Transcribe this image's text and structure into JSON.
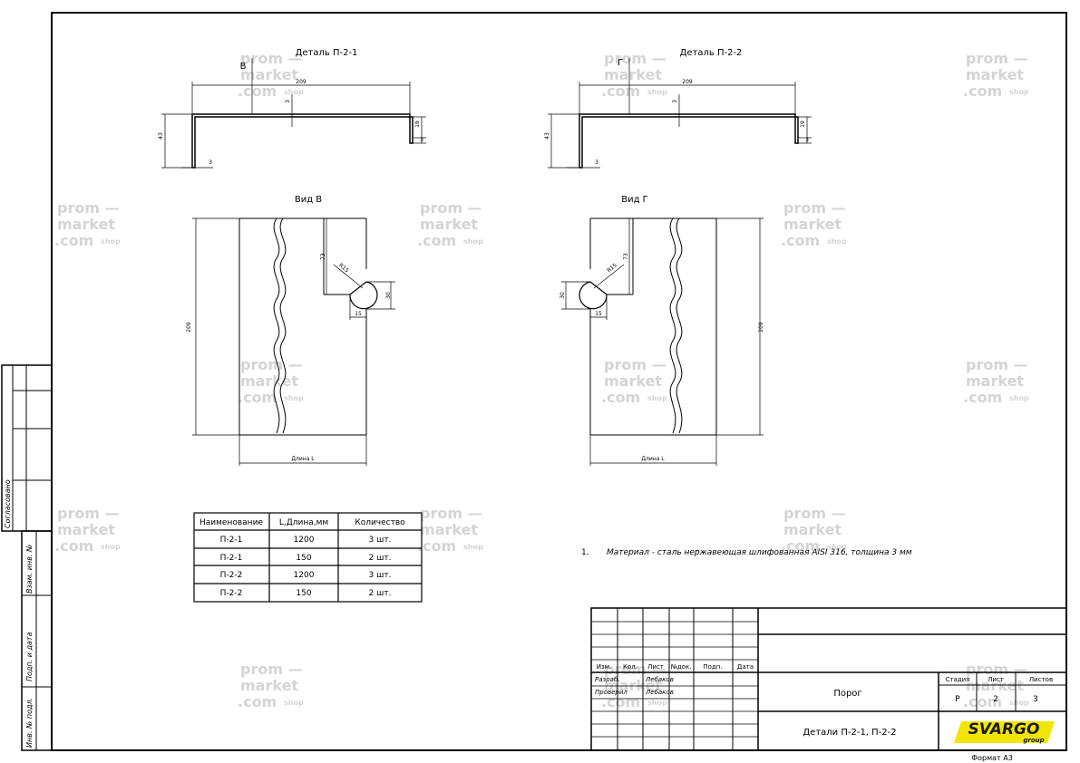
{
  "views": {
    "detail1_title": "Деталь П-2-1",
    "detail2_title": "Деталь П-2-2",
    "view_b_mark": "В",
    "view_g_mark": "Г",
    "view_b_title": "Вид В",
    "view_g_title": "Вид Г"
  },
  "dims": {
    "width": "209",
    "thick": "3",
    "height": "43",
    "lip": "19",
    "radius": "R15",
    "notch": "30",
    "offset": "15",
    "depth": "73",
    "length": "Длина L"
  },
  "parts_table": {
    "headers": [
      "Наименование",
      "L,Длина,мм",
      "Количество"
    ],
    "rows": [
      [
        "П-2-1",
        "1200",
        "3 шт."
      ],
      [
        "П-2-1",
        "150",
        "2 шт."
      ],
      [
        "П-2-2",
        "1200",
        "3 шт."
      ],
      [
        "П-2-2",
        "150",
        "2 шт."
      ]
    ]
  },
  "note": {
    "number": "1.",
    "text": "Материал - сталь нержавеющая шлифованная AISI 316, толщина 3 мм"
  },
  "side_labels": [
    "Согласовано",
    "Взам. инв. №",
    "Подп. и дата",
    "Инв. № подл."
  ],
  "title_block": {
    "col_headers": [
      "Изм.",
      "Кол.",
      "Лист",
      "№док.",
      "Подп.",
      "Дата"
    ],
    "role_1": "Разраб.",
    "name_1": "Лебаков",
    "role_2": "Проверил",
    "name_2": "Лебаков",
    "object_name": "Порог",
    "drawing_name": "Детали П-2-1, П-2-2",
    "stage_header": "Стадия",
    "sheet_header": "Лист",
    "sheets_header": "Листов",
    "stage": "Р",
    "sheet": "2",
    "sheets": "3",
    "logo_main": "SVARGO",
    "logo_sub": "group",
    "logo_colors": {
      "yellow": "#f2e600",
      "dark": "#1a1a1a"
    }
  },
  "format": "Формат А3",
  "watermark": {
    "line1": "prom —",
    "line2": "market",
    "line3": ".com",
    "shop": "shop",
    "color": "#d4d4d4"
  }
}
